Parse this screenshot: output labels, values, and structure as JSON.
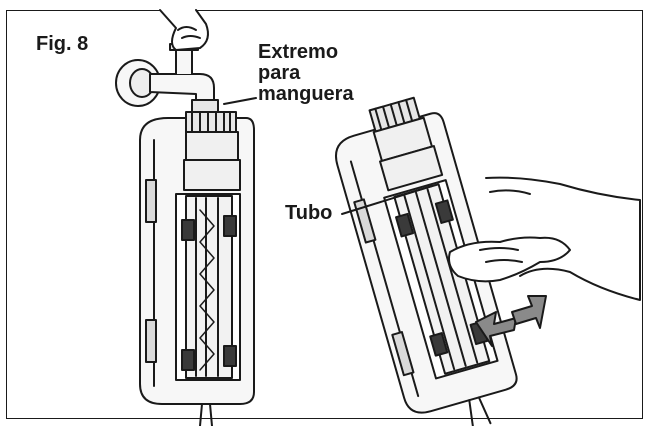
{
  "figure": {
    "number_label": "Fig. 8",
    "hose_end_label": [
      "Extremo",
      "para",
      "manguera"
    ],
    "tube_label": "Tubo"
  },
  "colors": {
    "line": "#1a1a1a",
    "body_fill": "#f7f7f7",
    "shade": "#d9d9d9",
    "arrow_fill": "#8a8a8a"
  }
}
